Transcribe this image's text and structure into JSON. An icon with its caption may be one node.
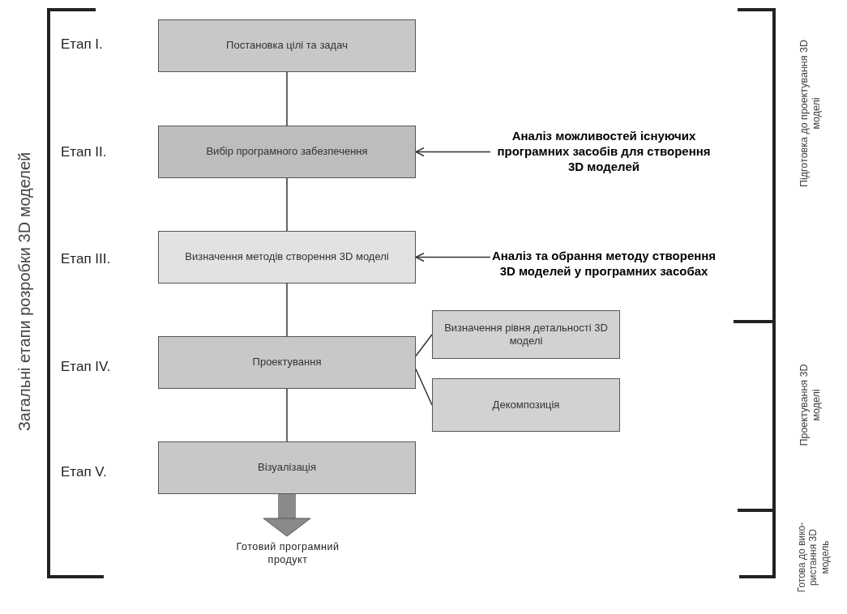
{
  "diagram": {
    "nodes": [
      {
        "text": [
          "Постановка цілі та задач"
        ]
      },
      {
        "text": [
          "Вибір програмного забезпечення"
        ]
      },
      {
        "text": [
          "Визначення методів створення 3D моделі"
        ]
      },
      {
        "text": [
          "Проектування"
        ]
      },
      {
        "text": [
          "Візуалізація"
        ]
      },
      {
        "text": [
          "Визначення рівня детальності 3D моделі"
        ]
      },
      {
        "text": [
          "Декомпозиція"
        ]
      },
      {
        "text": [
          "Аналіз можливостей існуючих програмних засобів для створення 3D моделей"
        ]
      },
      {
        "text": [
          "Аналіз та обрання методу створення 3D моделей у програмних засобах"
        ]
      },
      {
        "text": [
          "Готовий програмний продукт"
        ]
      }
    ],
    "edges": [
      {
        "from": 0,
        "to": 1,
        "arrow": "none"
      },
      {
        "from": 1,
        "to": 2,
        "arrow": "none"
      },
      {
        "from": 2,
        "to": 3,
        "arrow": "none"
      },
      {
        "from": 3,
        "to": 4,
        "arrow": "none"
      },
      {
        "from": 3,
        "to": 5,
        "arrow": "none"
      },
      {
        "from": 3,
        "to": 6,
        "arrow": "none"
      },
      {
        "from": 7,
        "to": 1,
        "arrow": "to"
      },
      {
        "from": 8,
        "to": 2,
        "arrow": "to"
      },
      {
        "from": 4,
        "to": 9,
        "arrow": "to",
        "style": "thick"
      }
    ],
    "labels": [
      "Загальні етапи розробки 3D моделей",
      "Етап I.",
      "Етап II.",
      "Етап III.",
      "Етап IV.",
      "Етап V.",
      "Підготовка до проектування 3D моделі",
      "Проектування 3D моделі",
      "Готова до вико- ристання 3D модель"
    ]
  }
}
